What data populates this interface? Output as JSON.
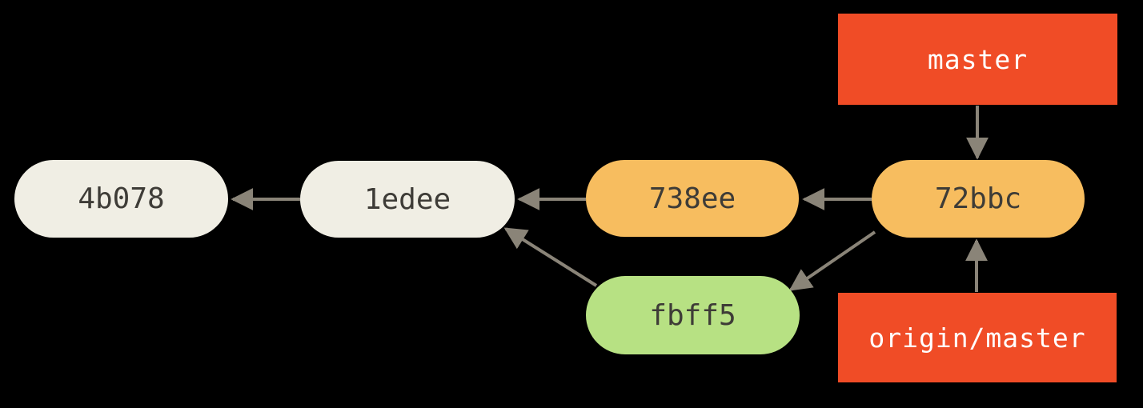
{
  "graph": {
    "description": "git commit history with remote tracking branch",
    "commits": [
      {
        "id": "4b078",
        "fill": "neutral"
      },
      {
        "id": "1edee",
        "fill": "neutral"
      },
      {
        "id": "738ee",
        "fill": "orange"
      },
      {
        "id": "72bbc",
        "fill": "orange"
      },
      {
        "id": "fbff5",
        "fill": "green"
      }
    ],
    "branches": [
      {
        "label": "master"
      },
      {
        "label": "origin/master"
      }
    ],
    "edges": [
      {
        "from": "1edee",
        "to": "4b078"
      },
      {
        "from": "738ee",
        "to": "1edee"
      },
      {
        "from": "72bbc",
        "to": "738ee"
      },
      {
        "from": "fbff5",
        "to": "1edee"
      },
      {
        "from": "72bbc",
        "to": "fbff5"
      },
      {
        "from": "master",
        "to": "72bbc"
      },
      {
        "from": "origin/master",
        "to": "72bbc"
      }
    ]
  },
  "colors": {
    "background": "#000000",
    "commit-neutral": "#f0eee4",
    "commit-orange": "#f7bd5f",
    "commit-green": "#b7e183",
    "branch-red": "#f04c26",
    "arrow": "#8a8478",
    "commit-text": "#3e3c37",
    "branch-text": "#ffffff"
  }
}
